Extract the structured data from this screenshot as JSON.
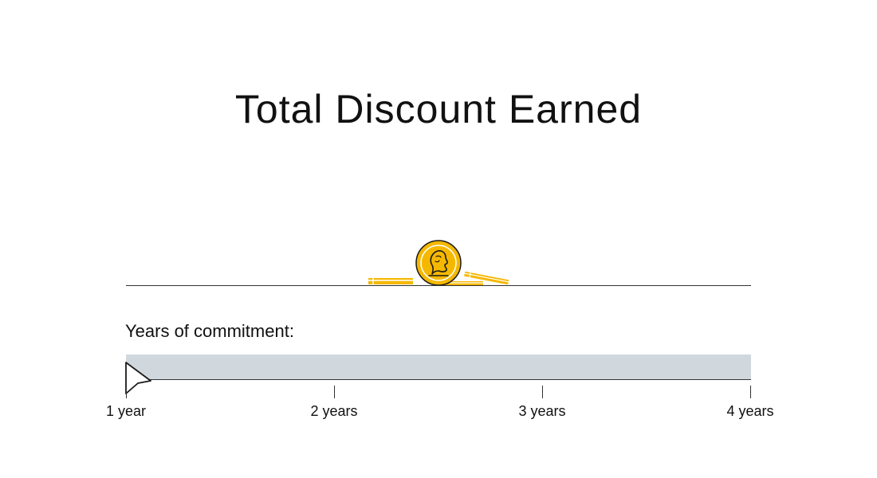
{
  "header": {
    "title": "Total Discount Earned"
  },
  "illustration": {
    "coin_icon": "coin-with-portrait-icon",
    "coin_color": "#f5b800",
    "coin_outline": "#1a1a1a"
  },
  "commitment": {
    "label": "Years of commitment:",
    "selected_index": 0,
    "options": [
      {
        "label": "1 year"
      },
      {
        "label": "2 years"
      },
      {
        "label": "3 years"
      },
      {
        "label": "4 years"
      }
    ]
  },
  "colors": {
    "track": "#d0d8de",
    "line": "#333333",
    "text": "#111111"
  }
}
